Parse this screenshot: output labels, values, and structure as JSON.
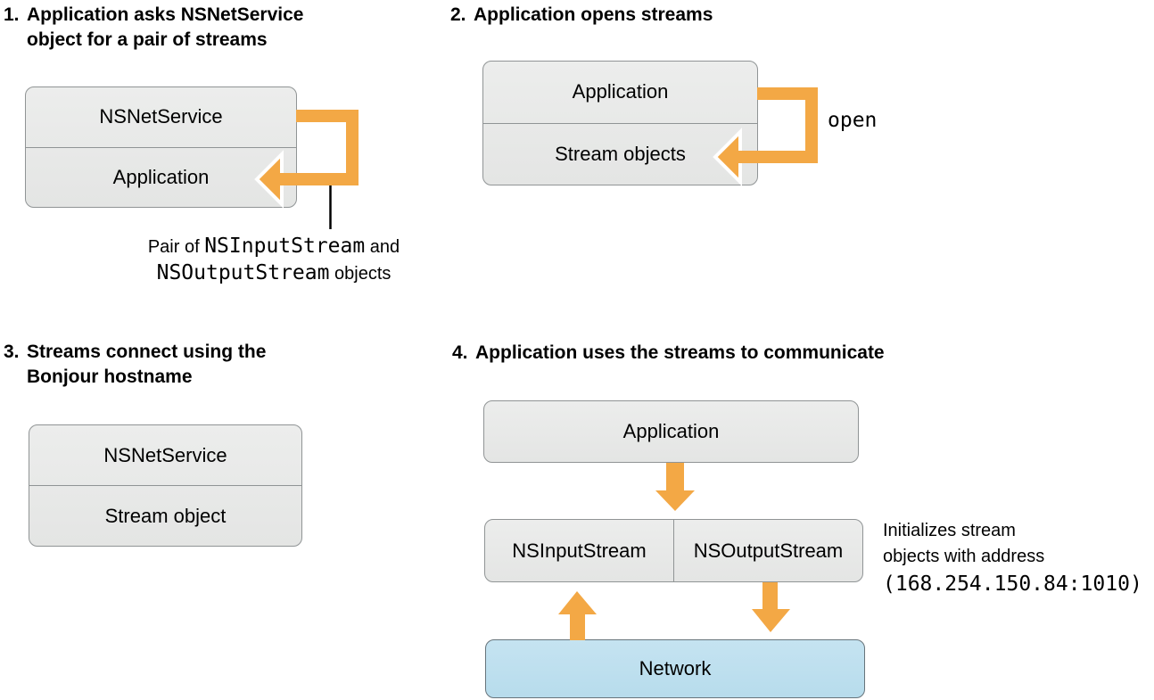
{
  "colors": {
    "accent_orange": "#F3A845",
    "box_fill": "#E9E9E9",
    "box_border": "#909495",
    "network_fill": "#BFE0EF",
    "network_border": "#67747B",
    "text": "#000000",
    "background": "#FFFFFF"
  },
  "icons": {
    "loop_arrow": "orange-loop-arrow",
    "down_arrow": "orange-down-arrow",
    "up_arrow": "orange-up-arrow",
    "connector": "black-connector-line"
  },
  "steps": {
    "s1": {
      "number": "1.",
      "title_lines": [
        "Application asks NSNetService",
        "object for a pair of streams"
      ],
      "box": {
        "top_label": "NSNetService",
        "bottom_label": "Application"
      },
      "caption": {
        "p1": "Pair of ",
        "p2": "NSInputStream",
        "p3": " and",
        "p4": "NSOutputStream",
        "p5": " objects"
      }
    },
    "s2": {
      "number": "2.",
      "title_lines": [
        "Application opens streams"
      ],
      "box": {
        "top_label": "Application",
        "bottom_label": "Stream objects"
      },
      "arrow_label": "open"
    },
    "s3": {
      "number": "3.",
      "title_lines": [
        "Streams connect using the",
        "Bonjour hostname"
      ],
      "box": {
        "top_label": "NSNetService",
        "bottom_label": "Stream object"
      }
    },
    "s4": {
      "number": "4.",
      "title_lines": [
        "Application uses the streams to communicate"
      ],
      "application_label": "Application",
      "input_stream_label": "NSInputStream",
      "output_stream_label": "NSOutputStream",
      "network_label": "Network",
      "note_lines": [
        "Initializes stream",
        "objects with address",
        "(168.254.150.84:1010)"
      ]
    }
  }
}
